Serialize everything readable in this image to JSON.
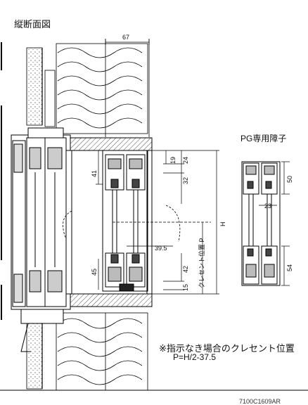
{
  "title": "縦断面図",
  "pg_title": "PG専用障子",
  "note_line1": "※指示なき場合のクレセント位置",
  "note_line2": "P=H/2-37.5",
  "footer": "7100C1609AR",
  "dims": {
    "top_width": "67",
    "d19": "19",
    "d24": "24",
    "d32": "32",
    "d41": "41",
    "d39_5": "39.5",
    "d45": "45",
    "d42": "42",
    "d15": "15",
    "H": "H",
    "crescent": "クレセント位置 P",
    "pg50": "50",
    "pg23": "23",
    "pg54": "54"
  }
}
